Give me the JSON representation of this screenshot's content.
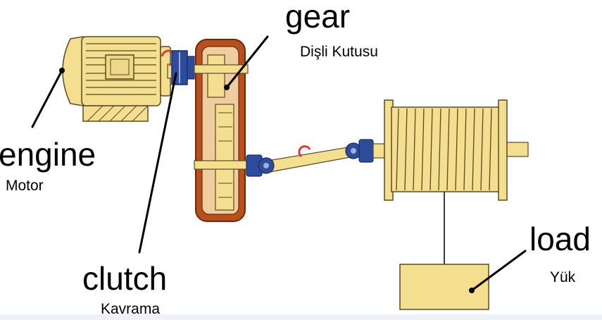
{
  "labels": {
    "gear": "gear",
    "gear_tr": "Dişli Kutusu",
    "engine": "engine",
    "engine_tr": "Motor",
    "clutch": "clutch",
    "clutch_tr": "Kavrama",
    "load": "load",
    "load_tr": "Yük"
  },
  "colors": {
    "component_fill": "#f3df8f",
    "component_stroke": "#5a4a1e",
    "gearbox_casing": "#b8501e",
    "gearbox_inner": "#f0cda0",
    "coupling_blue": "#2d4c9c",
    "rotation_arrow": "#e03a3a",
    "leader_line": "#000000"
  }
}
